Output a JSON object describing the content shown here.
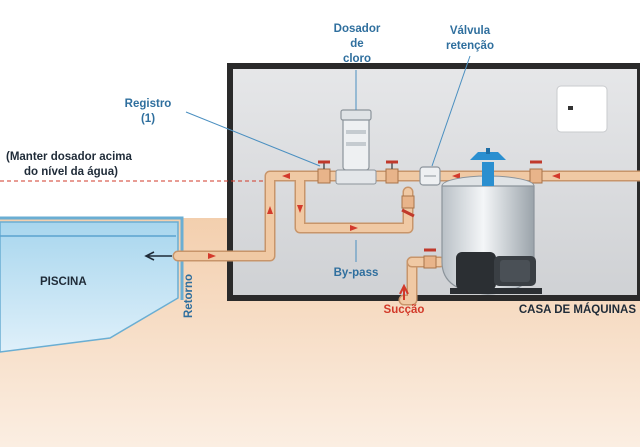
{
  "labels": {
    "dosador_line1": "Dosador",
    "dosador_line2": "de",
    "dosador_line3": "cloro",
    "valvula_line1": "Válvula",
    "valvula_line2": "retenção",
    "registro_line1": "Registro",
    "registro_line2": "(1)",
    "manter_line1": "(Manter dosador acima",
    "manter_line2": "do nível da água)",
    "piscina": "PISCINA",
    "retorno": "Retorno",
    "bypass": "By-pass",
    "succao": "Sucção",
    "casa": "CASA DE MÁQUINAS"
  },
  "colors": {
    "pipe": "#f0c9a4",
    "pipe_outline": "#c8956a",
    "flow_arrow": "#d33a2c",
    "valve": "#c0392b",
    "water": "#bfe0f2",
    "soil": "#f6d5b8",
    "room_wall": "#2a2a2a",
    "room_floor": "#d9dadc",
    "label_blue": "#2f6f9e",
    "label_red": "#d23a2a"
  },
  "icons": [
    "registro-valve-icon",
    "check-valve-icon",
    "chlorine-dispenser-icon",
    "sand-filter-icon",
    "pump-motor-icon",
    "flow-arrow-icon",
    "control-panel-icon"
  ]
}
